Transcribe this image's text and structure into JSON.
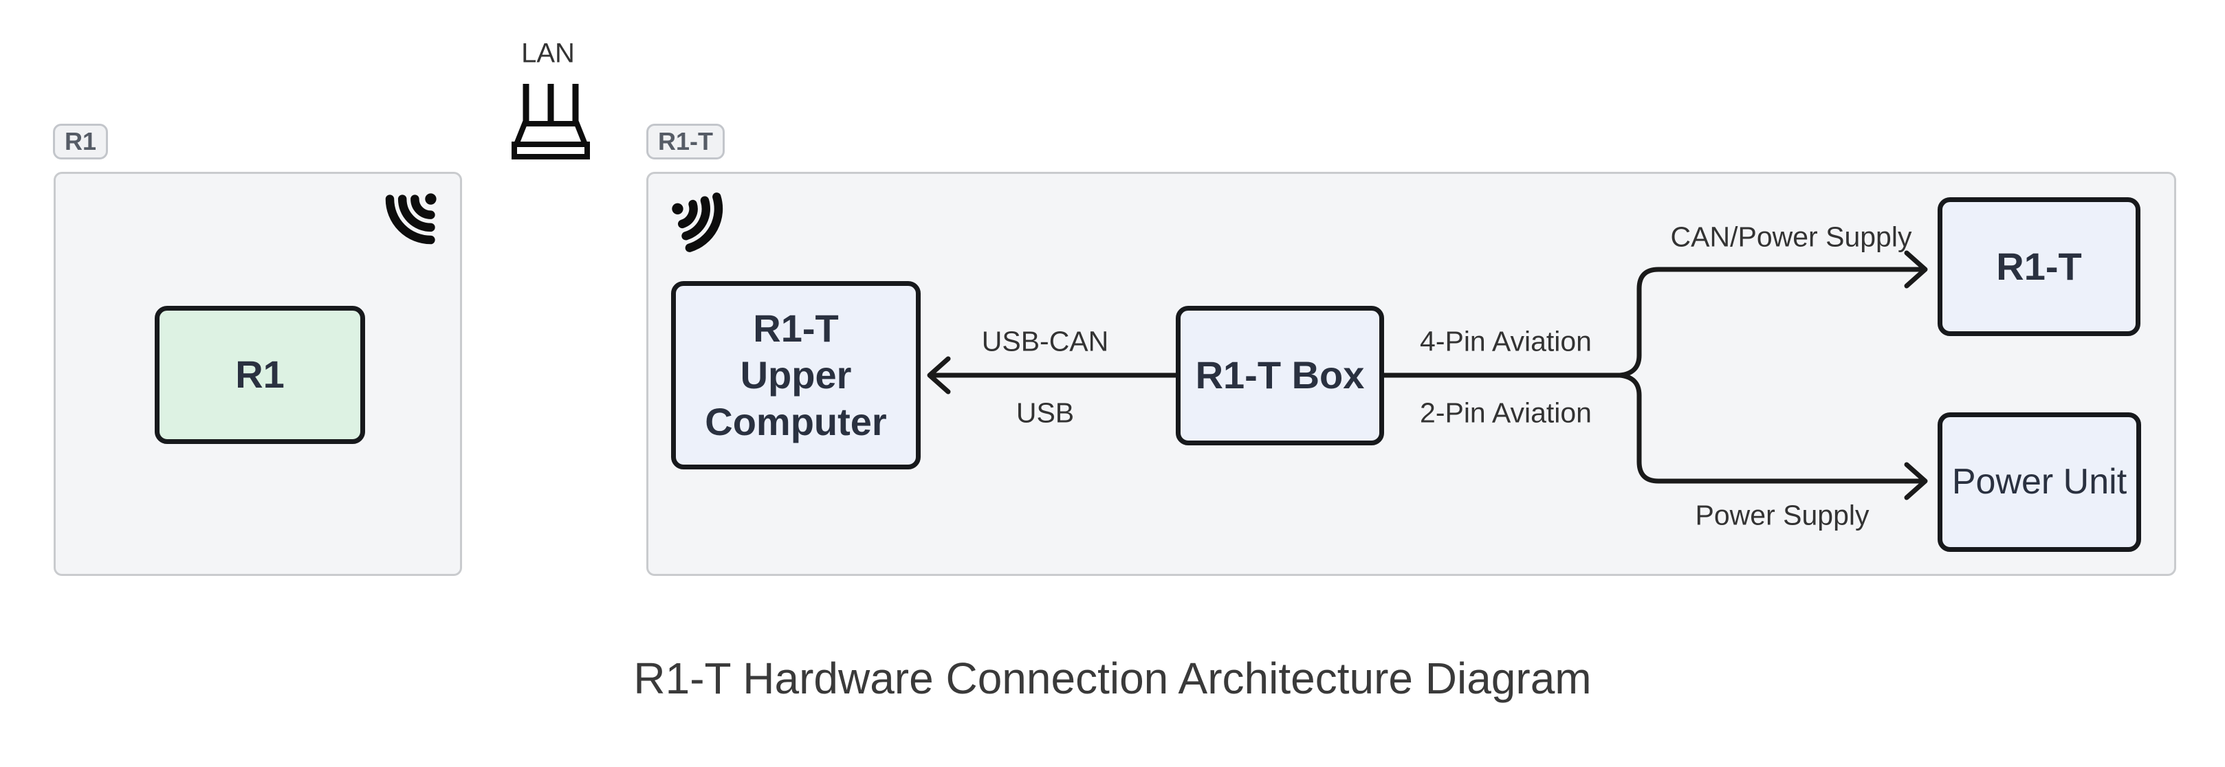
{
  "title": "R1-T Hardware Connection Architecture Diagram",
  "lan": {
    "label": "LAN"
  },
  "groups": {
    "r1": {
      "badge": "R1"
    },
    "r1t": {
      "badge": "R1-T"
    }
  },
  "nodes": {
    "r1": {
      "label": "R1"
    },
    "upper_computer": {
      "lines": [
        "R1-T",
        "Upper",
        "Computer"
      ]
    },
    "r1t_box": {
      "label": "R1-T Box"
    },
    "r1t_unit": {
      "label": "R1-T"
    },
    "power_unit": {
      "label": "Power Unit"
    }
  },
  "edges": {
    "box_to_upper": {
      "label_top": "USB-CAN",
      "label_bottom": "USB"
    },
    "box_to_split": {
      "label_top": "4-Pin Aviation",
      "label_bottom": "2-Pin Aviation"
    },
    "split_to_r1t": {
      "label": "CAN/Power Supply"
    },
    "split_to_power": {
      "label": "Power Supply"
    }
  },
  "icons": {
    "router": "lan-router-icon",
    "wifi_r1": "wifi-signal-icon",
    "wifi_r1t": "wifi-signal-icon"
  },
  "colors": {
    "node_green": "#ddf2e3",
    "node_blue": "#edf1fa",
    "container_bg": "#f4f5f7",
    "container_border": "#c9cbce",
    "node_border": "#17191c",
    "node_text": "#2a3140",
    "label_text": "#333333",
    "badge_text": "#565c66",
    "title_text": "#3a3a3a",
    "edge_stroke": "#1a1a1a"
  }
}
